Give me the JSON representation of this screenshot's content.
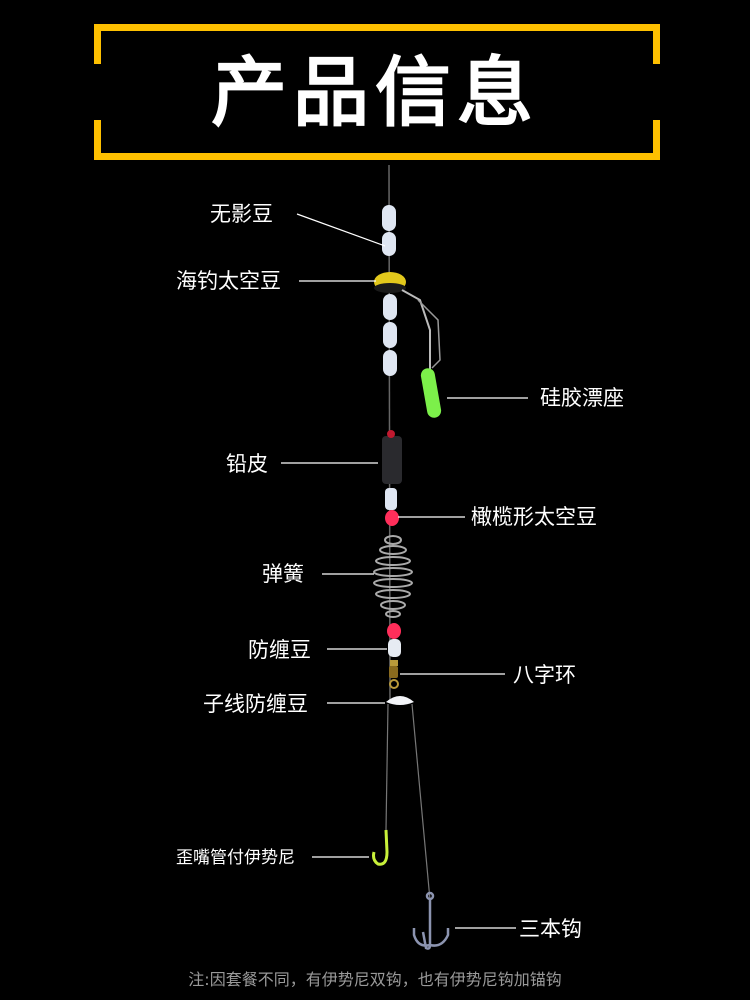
{
  "header": {
    "title": "产品信息",
    "frame_color": "#fec000"
  },
  "labels": {
    "shadow_bead": "无影豆",
    "space_bean": "海钓太空豆",
    "float_seat": "硅胶漂座",
    "lead_skin": "铅皮",
    "olive_space_bean": "橄榄形太空豆",
    "spring": "弹簧",
    "anti_tangle_bean": "防缠豆",
    "swivel": "八字环",
    "leader_anti_tangle_bean": "子线防缠豆",
    "ise_hook": "歪嘴管付伊势尼",
    "treble_hook": "三本钩"
  },
  "footer": {
    "note": "注:因套餐不同，有伊势尼双钩，也有伊势尼钩加锚钩"
  },
  "colors": {
    "background": "#000000",
    "accent": "#fec000",
    "glow_green": "#7cf04a",
    "bead_red": "#ff2e5a",
    "bead_yellow": "#e2c81c"
  }
}
